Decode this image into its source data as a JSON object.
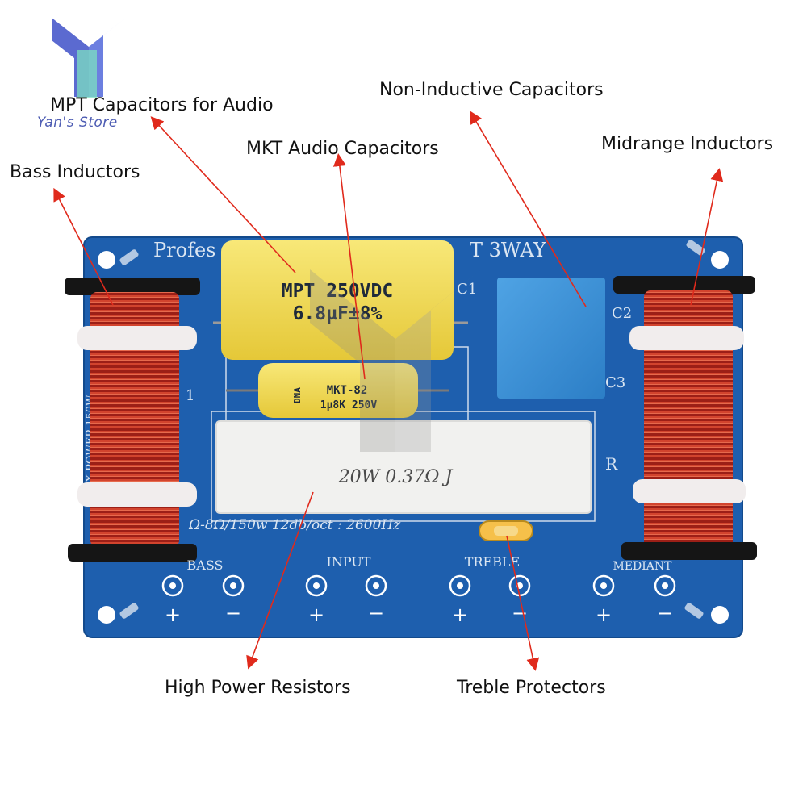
{
  "brand": {
    "name": "Yan's Store"
  },
  "callouts": {
    "mpt_capacitors": "MPT Capacitors for Audio",
    "mkt_capacitors": "MKT Audio Capacitors",
    "non_inductive_capacitors": "Non-Inductive Capacitors",
    "midrange_inductors": "Midrange Inductors",
    "bass_inductors": "Bass Inductors",
    "high_power_resistors": "High Power Resistors",
    "treble_protectors": "Treble Protectors"
  },
  "board": {
    "title_left": "Profes",
    "title_right": "T 3WAY",
    "spec_line": "Ω-8Ω/150w 12db/oct : 2600Hz",
    "side_label": "MAX POWER 150W",
    "ref_labels": {
      "c1": "C1",
      "c2": "C2",
      "c3": "C3",
      "r": "R",
      "l1": "1"
    },
    "terminals": [
      {
        "label": "BASS",
        "plus": "+",
        "minus": "−"
      },
      {
        "label": "INPUT",
        "plus": "+",
        "minus": "−"
      },
      {
        "label": "TREBLE",
        "plus": "+",
        "minus": "−"
      },
      {
        "label": "MEDIANT",
        "plus": "+",
        "minus": "−"
      }
    ]
  },
  "components": {
    "mpt_cap": {
      "line1": "MPT 250VDC",
      "line2": "6.8µF±8%"
    },
    "mkt_cap": {
      "brand": "DNA",
      "line1": "MKT-82",
      "line2": "1µ8K 250V"
    },
    "resistor": {
      "marking": "20W 0.37Ω J"
    }
  },
  "colors": {
    "board": "#1e5fae",
    "copper": "#b3261e",
    "mpt_yellow": "#f2dd52",
    "film_blue": "#3a8fd6",
    "resistor": "#f1f1ef",
    "arrow": "#e02a1c",
    "brand": "#4d5cb3"
  }
}
